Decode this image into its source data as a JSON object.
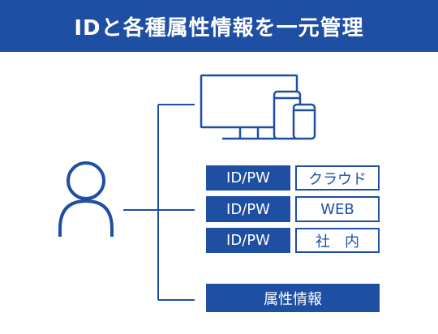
{
  "colors": {
    "brand": "#1f4fa3",
    "background": "#ffffff",
    "text_on_brand": "#ffffff"
  },
  "header": {
    "title": "IDと各種属性情報を一元管理"
  },
  "icons": {
    "user": "user-icon",
    "devices": "devices-icon",
    "monitor": "monitor-icon",
    "tablet": "tablet-icon",
    "phone": "phone-icon"
  },
  "credentials": [
    {
      "id_label": "ID/PW",
      "service": "クラウド"
    },
    {
      "id_label": "ID/PW",
      "service": "WEB"
    },
    {
      "id_label": "ID/PW",
      "service": "社　内"
    }
  ],
  "attributes": {
    "label": "属性情報"
  }
}
